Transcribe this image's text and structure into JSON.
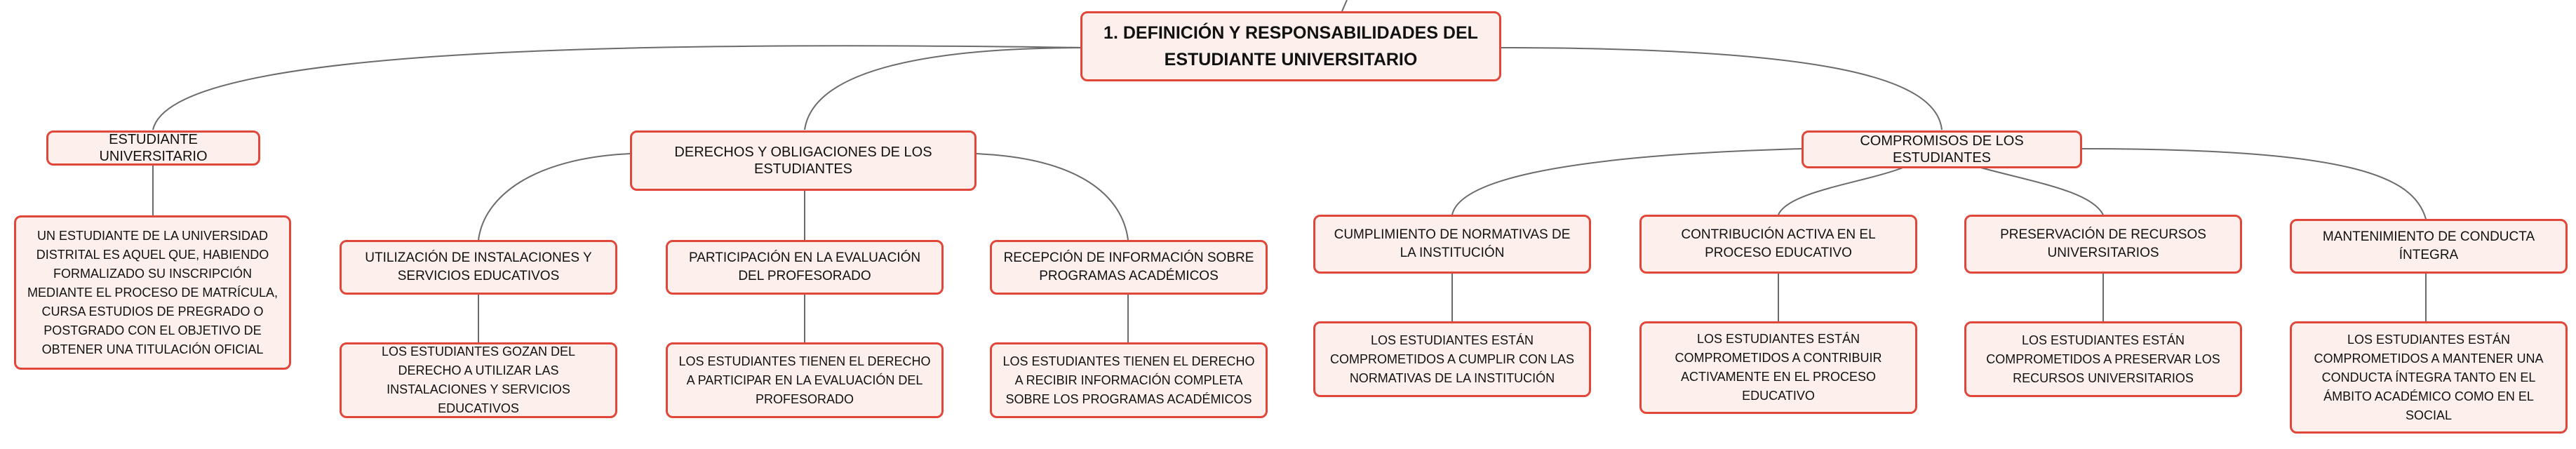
{
  "diagram": {
    "root": "1. Definición y responsabilidades del estudiante universitario",
    "student": {
      "label": "Estudiante universitario",
      "definition": "Un estudiante de la universidad distrital es aquel que, habiendo formalizado su inscripción mediante el proceso de matrícula, cursa estudios de pregrado o postgrado con el objetivo de obtener una titulación oficial"
    },
    "rights": {
      "label": "Derechos y obligaciones de los estudiantes",
      "items": [
        {
          "label": "Utilización de instalaciones y servicios educativos",
          "detail": "Los estudiantes gozan del derecho a utilizar las instalaciones y servicios educativos"
        },
        {
          "label": "Participación en la evaluación del profesorado",
          "detail": "Los estudiantes tienen el derecho a participar en la evaluación del profesorado"
        },
        {
          "label": "Recepción de información sobre programas académicos",
          "detail": "Los estudiantes tienen el derecho a recibir información completa sobre los programas académicos"
        }
      ]
    },
    "commitments": {
      "label": "Compromisos de los estudiantes",
      "items": [
        {
          "label": "Cumplimiento de normativas de la institución",
          "detail": "Los estudiantes están comprometidos a cumplir con las normativas de la institución"
        },
        {
          "label": "Contribución activa en el proceso educativo",
          "detail": "Los estudiantes están comprometidos a contribuir activamente en el proceso educativo"
        },
        {
          "label": "Preservación de recursos universitarios",
          "detail": "Los estudiantes están comprometidos a preservar los recursos universitarios"
        },
        {
          "label": "Mantenimiento de conducta íntegra",
          "detail": "Los estudiantes están comprometidos a mantener una conducta íntegra tanto en el ámbito académico como en el social"
        }
      ]
    }
  },
  "colors": {
    "node_border": "#e0473a",
    "node_fill": "#fdf0ec",
    "connector": "#6b6b6b",
    "text": "#111111"
  }
}
